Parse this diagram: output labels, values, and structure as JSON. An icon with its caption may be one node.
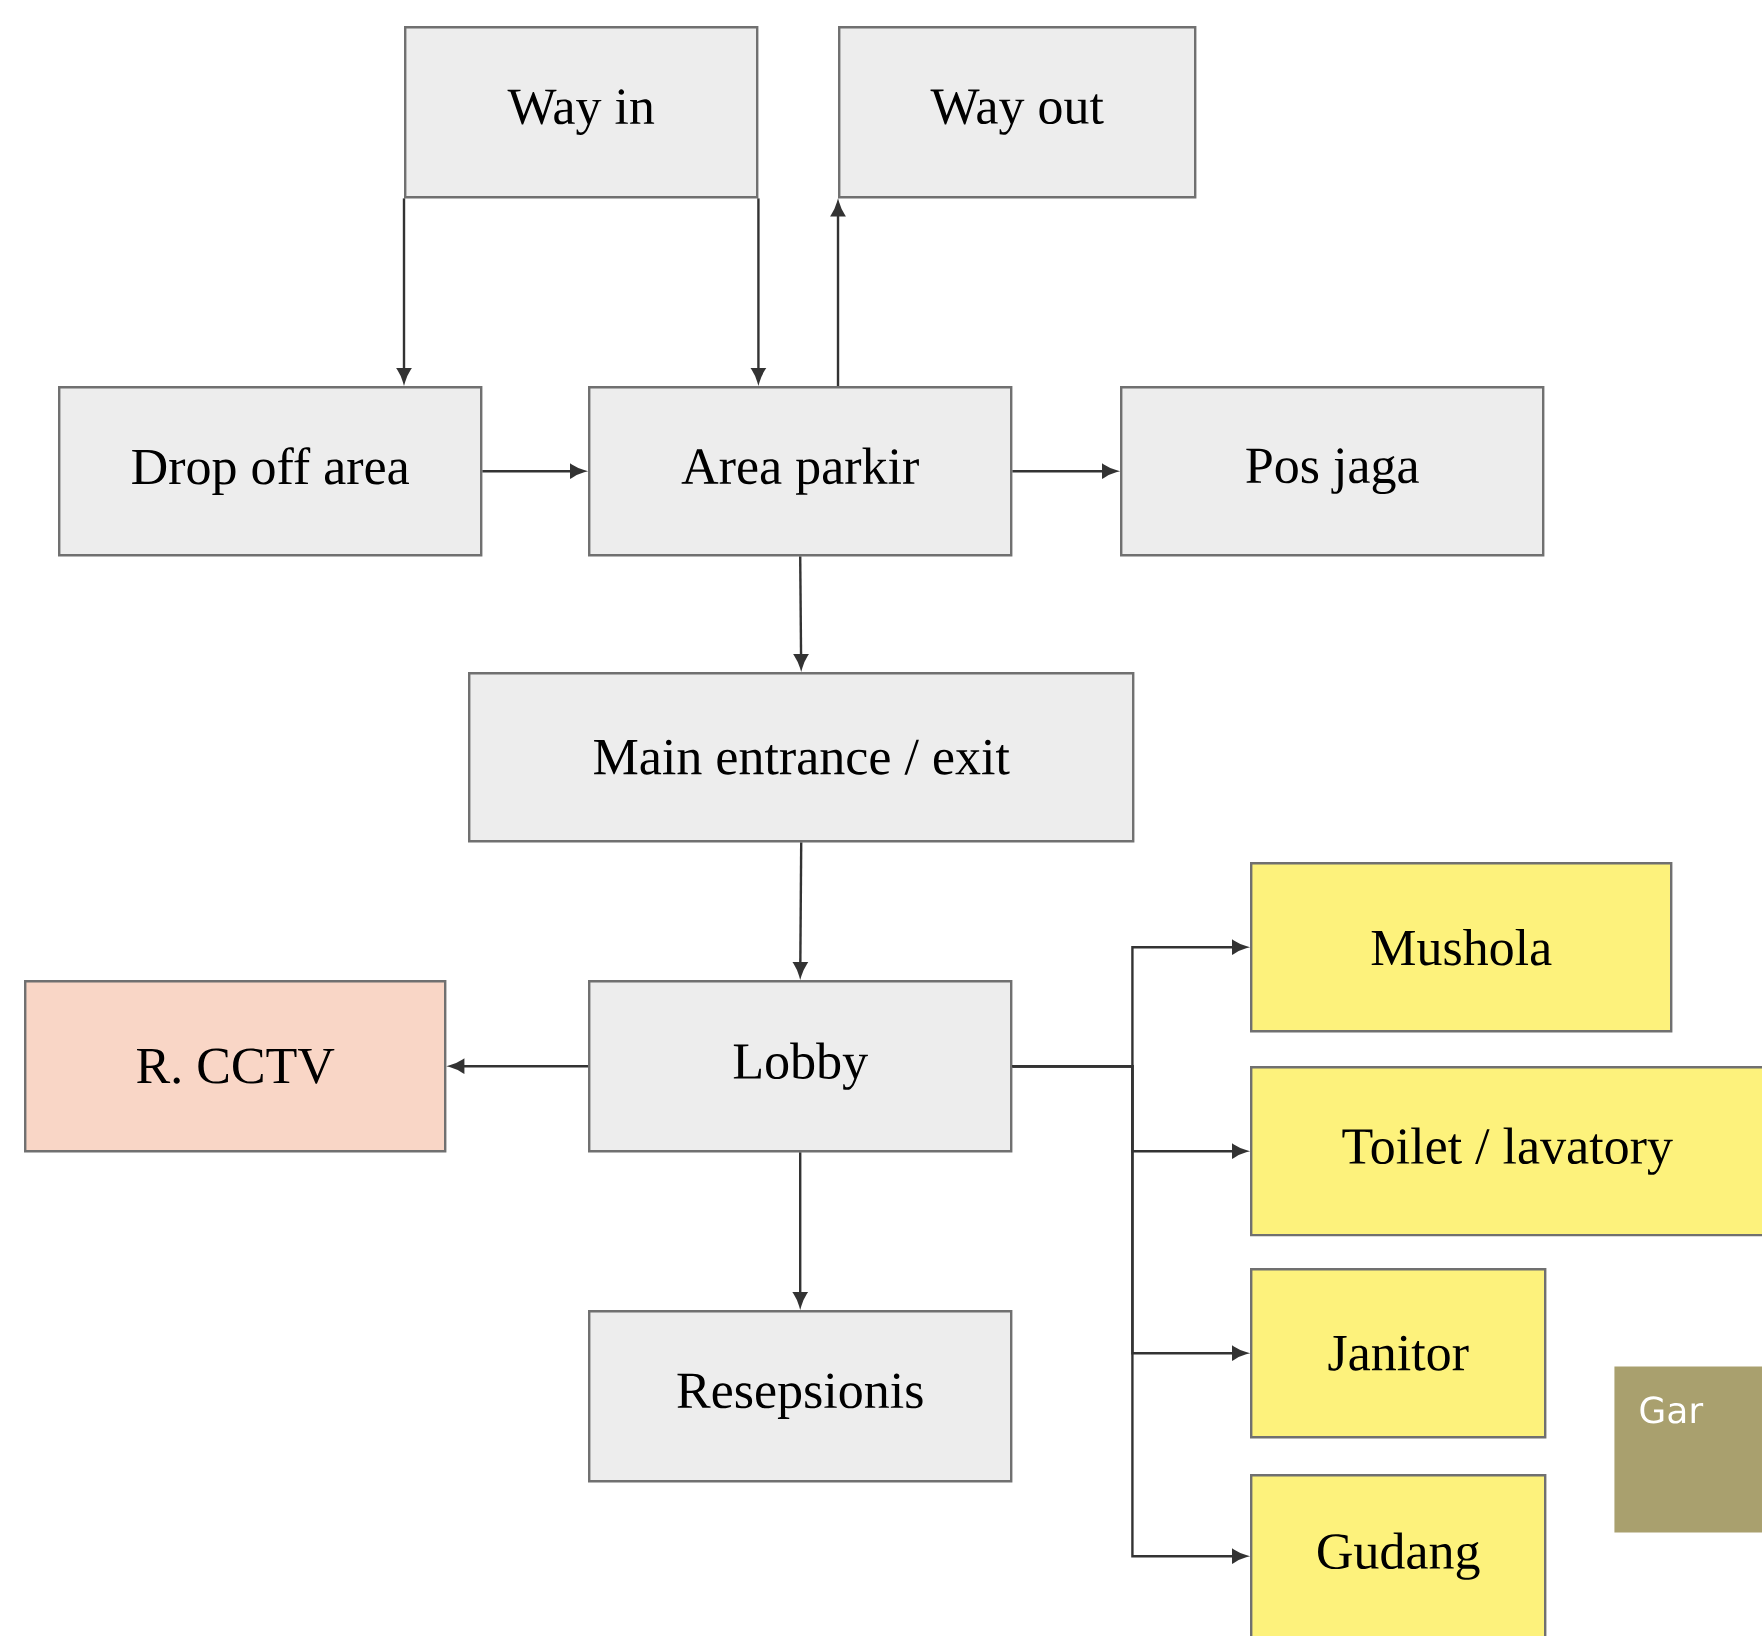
{
  "diagram": {
    "nodes": [
      {
        "text": [
          "Way in"
        ]
      },
      {
        "text": [
          "Way out"
        ]
      },
      {
        "text": [
          "Drop off area"
        ]
      },
      {
        "text": [
          "Area parkir"
        ]
      },
      {
        "text": [
          "Pos jaga"
        ]
      },
      {
        "text": [
          "Main entrance / exit"
        ]
      },
      {
        "text": [
          "R. CCTV"
        ]
      },
      {
        "text": [
          "Lobby"
        ]
      },
      {
        "text": [
          "Mushola"
        ]
      },
      {
        "text": [
          "Toilet / lavatory"
        ]
      },
      {
        "text": [
          "Resepsionis"
        ]
      },
      {
        "text": [
          "Janitor"
        ]
      },
      {
        "text": [
          "Gudang"
        ]
      },
      {
        "text": [
          "Gar"
        ]
      }
    ],
    "edges": [
      {
        "from": 0,
        "to": 2,
        "arrow": "to"
      },
      {
        "from": 0,
        "to": 3,
        "arrow": "to"
      },
      {
        "from": 3,
        "to": 1,
        "arrow": "to"
      },
      {
        "from": 2,
        "to": 3,
        "arrow": "to"
      },
      {
        "from": 3,
        "to": 4,
        "arrow": "to"
      },
      {
        "from": 3,
        "to": 5,
        "arrow": "to"
      },
      {
        "from": 5,
        "to": 7,
        "arrow": "to"
      },
      {
        "from": 7,
        "to": 6,
        "arrow": "to"
      },
      {
        "from": 7,
        "to": 10,
        "arrow": "to"
      },
      {
        "from": 7,
        "to": 8,
        "arrow": "to"
      },
      {
        "from": 7,
        "to": 9,
        "arrow": "to"
      },
      {
        "from": 7,
        "to": 11,
        "arrow": "to"
      },
      {
        "from": 7,
        "to": 12,
        "arrow": "to"
      }
    ]
  }
}
